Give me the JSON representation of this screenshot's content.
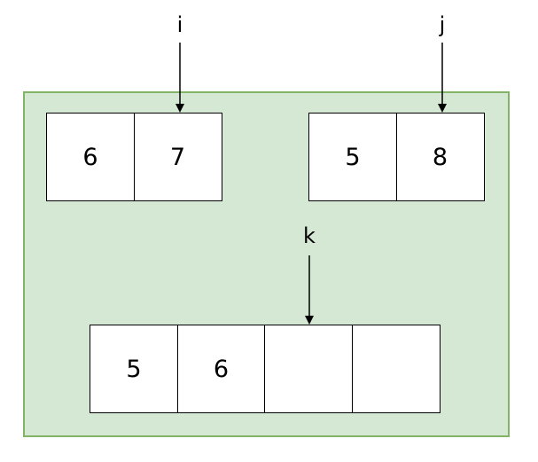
{
  "pointers": {
    "i": "i",
    "j": "j",
    "k": "k"
  },
  "arrays": {
    "left": [
      "6",
      "7"
    ],
    "right": [
      "5",
      "8"
    ],
    "merged": [
      "5",
      "6",
      "",
      ""
    ]
  },
  "colors": {
    "panel_fill": "#d5e8d4",
    "panel_border": "#82b366",
    "cell_fill": "#ffffff",
    "stroke": "#000000"
  }
}
